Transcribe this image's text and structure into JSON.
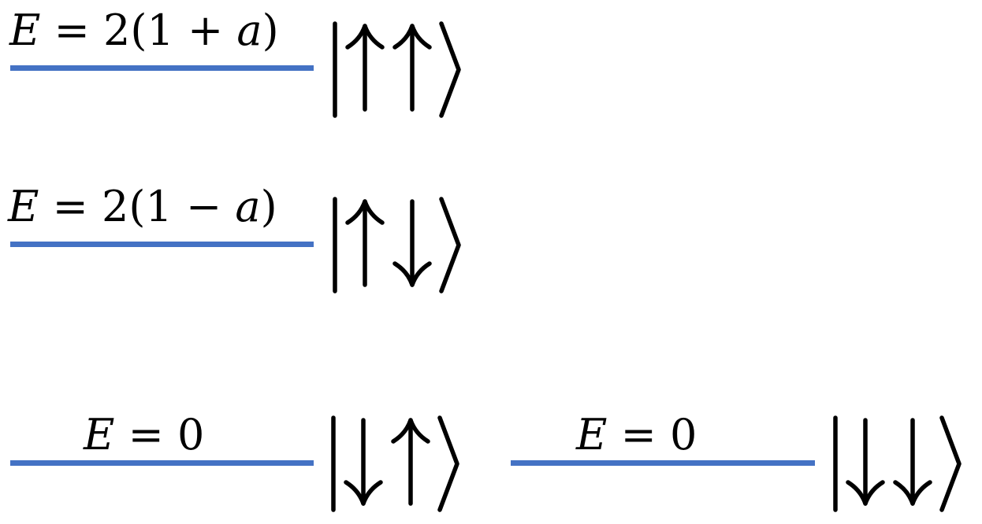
{
  "colors": {
    "level_line": "#4472c4",
    "text": "#000000"
  },
  "levels": [
    {
      "energy_var": "E",
      "energy_rest": " = 2(1 + ",
      "energy_param": "a",
      "energy_close": ")",
      "state": "|↑↑⟩",
      "spins": [
        "up",
        "up"
      ]
    },
    {
      "energy_var": "E",
      "energy_rest": " = 2(1 − ",
      "energy_param": "a",
      "energy_close": ")",
      "state": "|↑↓⟩",
      "spins": [
        "up",
        "down"
      ]
    },
    {
      "energy_var": "E",
      "energy_rest": " = 0",
      "energy_param": "",
      "energy_close": "",
      "state": "|↓↑⟩",
      "spins": [
        "down",
        "up"
      ]
    },
    {
      "energy_var": "E",
      "energy_rest": " = 0",
      "energy_param": "",
      "energy_close": "",
      "state": "|↓↓⟩",
      "spins": [
        "down",
        "down"
      ]
    }
  ]
}
